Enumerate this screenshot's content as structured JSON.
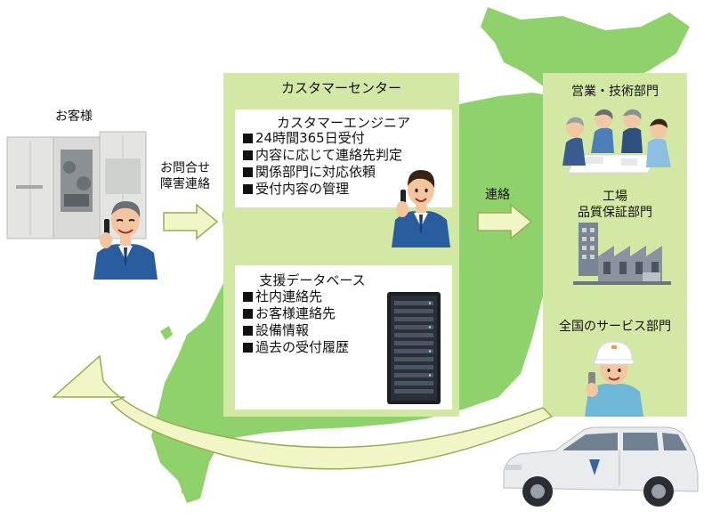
{
  "customer": {
    "title": "お客様"
  },
  "inquiry": {
    "line1": "お問合せ",
    "line2": "障害連絡"
  },
  "center": {
    "title": "カスタマーセンター",
    "engineer": {
      "title": "カスタマーエンジニア",
      "items": [
        "24時間365日受付",
        "内容に応じて連絡先判定",
        "関係部門に対応依頼",
        "受付内容の管理"
      ]
    },
    "database": {
      "title": "支援データベース",
      "items": [
        "社内連絡先",
        "お客様連絡先",
        "設備情報",
        "過去の受付履歴"
      ]
    }
  },
  "contact": {
    "label": "連絡"
  },
  "departments": {
    "sales": "営業・技術部門",
    "factory_title": "工場",
    "factory_sub": "品質保証部門",
    "service": "全国のサービス部門"
  },
  "colors": {
    "panel": "#d4e8a6",
    "map": "#8fd16a",
    "arrow_fill": "#f2f5c6",
    "arrow_stroke": "#9aab55",
    "suit": "#2a5d9e"
  }
}
